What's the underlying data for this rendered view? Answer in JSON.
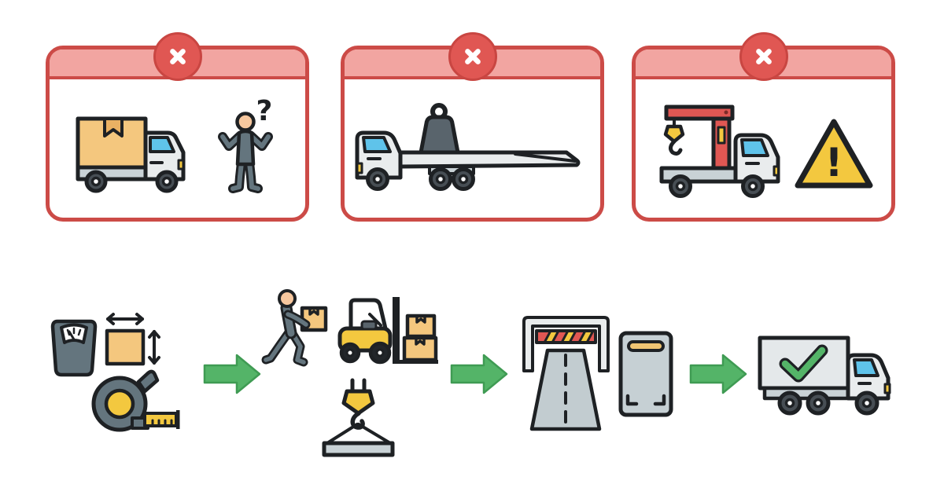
{
  "colors": {
    "ink": "#1e2124",
    "red": "#e05753",
    "red_border": "#cc4b47",
    "pink": "#f2a5a1",
    "green": "#54b468",
    "green_border": "#3f9b53",
    "tan": "#f4c77e",
    "tan_dark": "#eab163",
    "yellow": "#f3c83f",
    "slate": "#64757e",
    "slate_dark": "#59646c",
    "peach": "#f6c79e",
    "gray_light": "#e9eced",
    "gray_mid": "#c9d2d6",
    "road": "#c2ccd0",
    "blue": "#5fc3ea",
    "tire": "#474e54",
    "panel_gray": "#c6d0d4",
    "pill_tan": "#f0c573",
    "box_gray": "#e4e8ea",
    "white": "#ffffff"
  },
  "glyphs": {
    "question": "?",
    "exclamation": "!"
  },
  "prohibited_section": {
    "cards": [
      {
        "name": "truck-with-unidentified-cargo",
        "badge": "x",
        "items": [
          "box-truck",
          "confused-person",
          "question-mark"
        ]
      },
      {
        "name": "overloaded-flatbed-truck",
        "badge": "x",
        "items": [
          "flatbed-truck",
          "heavy-weight"
        ]
      },
      {
        "name": "crane-truck-hazard",
        "badge": "x",
        "items": [
          "crane-truck",
          "warning-triangle",
          "exclamation-mark"
        ]
      }
    ]
  },
  "process_flow": {
    "steps": [
      {
        "name": "weigh-and-measure-cargo",
        "items": [
          "weighing-scale",
          "box-with-dimension-arrows",
          "tape-measure"
        ]
      },
      {
        "name": "load-with-proper-equipment",
        "items": [
          "worker-carrying-box",
          "forklift-with-boxes",
          "crane-hook-lifting-beam"
        ]
      },
      {
        "name": "check-clearance-and-weighbridge",
        "items": [
          "height-restriction-gantry",
          "road",
          "weighbridge-panel"
        ]
      },
      {
        "name": "truck-approved",
        "items": [
          "truck-with-checkmark"
        ]
      }
    ],
    "arrow_count": 3
  }
}
